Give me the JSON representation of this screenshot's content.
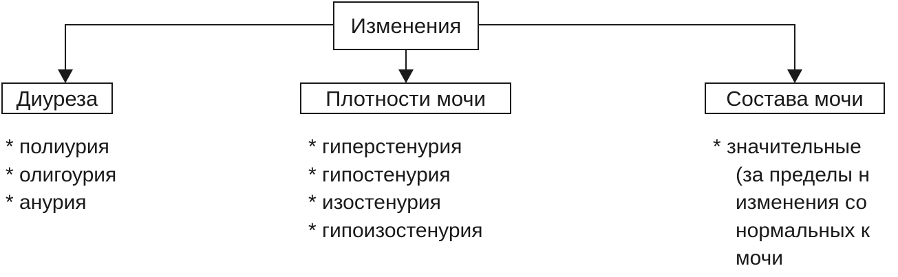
{
  "root": {
    "label": "Изменения"
  },
  "categories": [
    {
      "label": "Диуреза",
      "items": [
        "* полиурия",
        "* олигоурия",
        "* анурия"
      ]
    },
    {
      "label": "Плотности мочи",
      "items": [
        "* гиперстенурия",
        "* гипостенурия",
        "* изостенурия",
        "* гипоизостенурия"
      ]
    },
    {
      "label": "Состава мочи",
      "items": [
        "* значительные",
        "(за пределы н",
        "изменения со",
        "нормальных к",
        "мочи"
      ]
    }
  ],
  "colors": {
    "line": "#1a1a1a",
    "background": "#ffffff",
    "text": "#1a1a1a"
  }
}
